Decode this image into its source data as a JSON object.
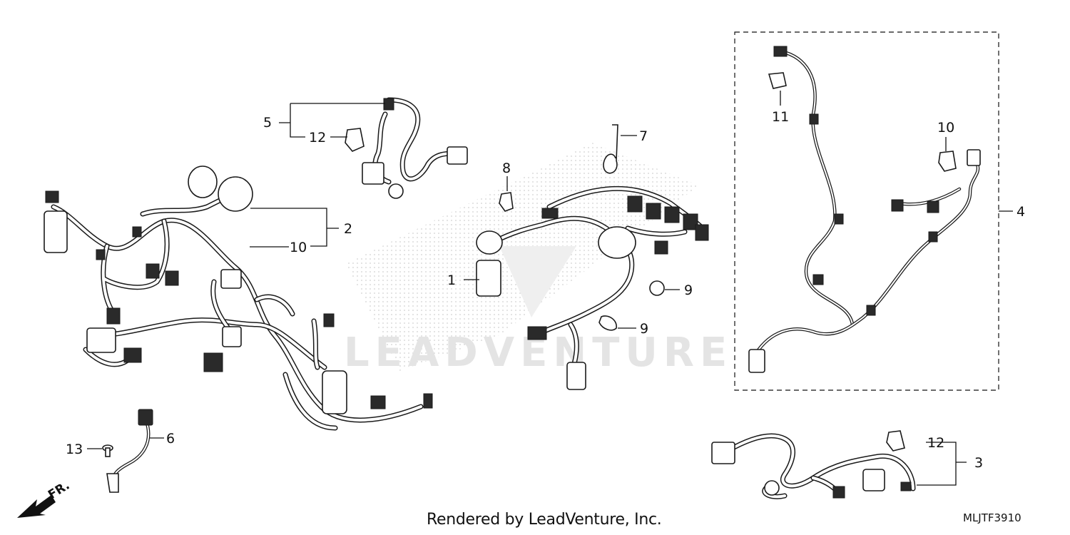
{
  "callouts": [
    {
      "id": "c1",
      "label": "1"
    },
    {
      "id": "c2",
      "label": "2"
    },
    {
      "id": "c3",
      "label": "3"
    },
    {
      "id": "c4",
      "label": "4"
    },
    {
      "id": "c5",
      "label": "5"
    },
    {
      "id": "c6",
      "label": "6"
    },
    {
      "id": "c7",
      "label": "7"
    },
    {
      "id": "c8",
      "label": "8"
    },
    {
      "id": "c9a",
      "label": "9"
    },
    {
      "id": "c9b",
      "label": "9"
    },
    {
      "id": "c10a",
      "label": "10"
    },
    {
      "id": "c10b",
      "label": "10"
    },
    {
      "id": "c11",
      "label": "11"
    },
    {
      "id": "c12a",
      "label": "12"
    },
    {
      "id": "c12b",
      "label": "12"
    },
    {
      "id": "c13",
      "label": "13"
    }
  ],
  "watermark": "LEADVENTURE",
  "direction_label": "FR.",
  "footer": {
    "credit": "Rendered by LeadVenture, Inc.",
    "diagram_code": "MLJTF3910"
  }
}
